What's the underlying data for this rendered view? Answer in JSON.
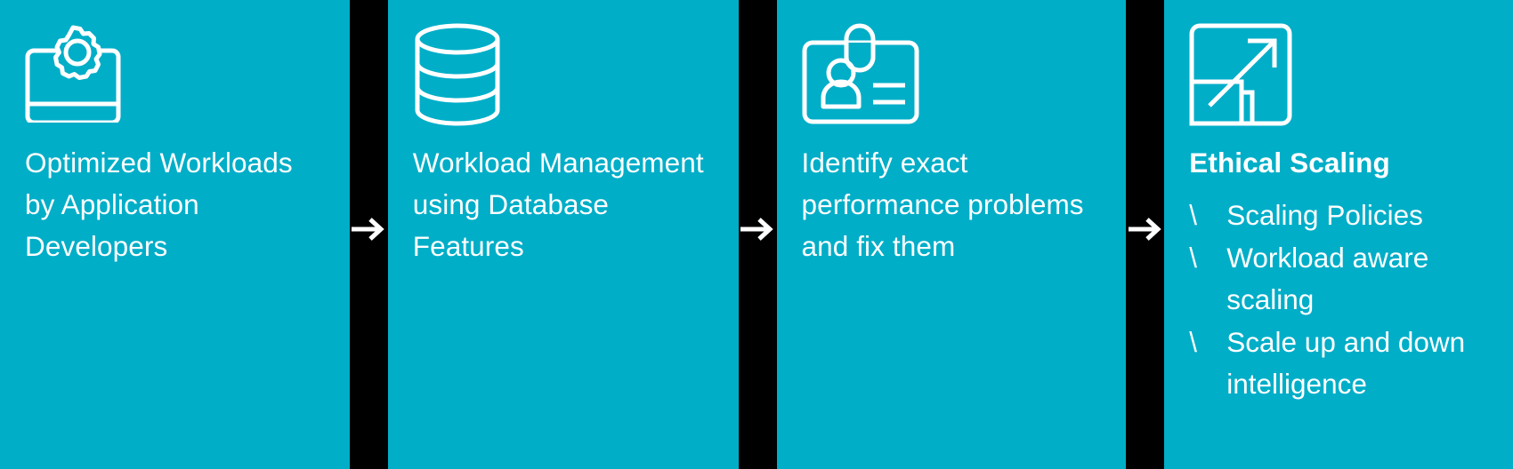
{
  "theme": {
    "panel_background": "#00aec8",
    "gap_background": "#000000",
    "text_color": "#ffffff"
  },
  "panels": [
    {
      "icon": "monitor-gear-icon",
      "title": "Optimized Workloads by Application Developers",
      "bold": false,
      "bullets": []
    },
    {
      "icon": "database-icon",
      "title": "Workload Management using Database Features",
      "bold": false,
      "bullets": []
    },
    {
      "icon": "id-badge-icon",
      "title": "Identify exact performance problems and fix them",
      "bold": false,
      "bullets": []
    },
    {
      "icon": "scale-expand-icon",
      "title": "Ethical Scaling",
      "bold": true,
      "bullets": [
        {
          "marker": "\\",
          "text": "Scaling Policies"
        },
        {
          "marker": "\\",
          "text": "Workload aware scaling"
        },
        {
          "marker": "\\",
          "text": "Scale up and down intelligence"
        }
      ]
    }
  ],
  "connectors": [
    {
      "icon": "arrow-right-icon"
    },
    {
      "icon": "arrow-right-icon"
    },
    {
      "icon": "arrow-right-icon"
    }
  ]
}
